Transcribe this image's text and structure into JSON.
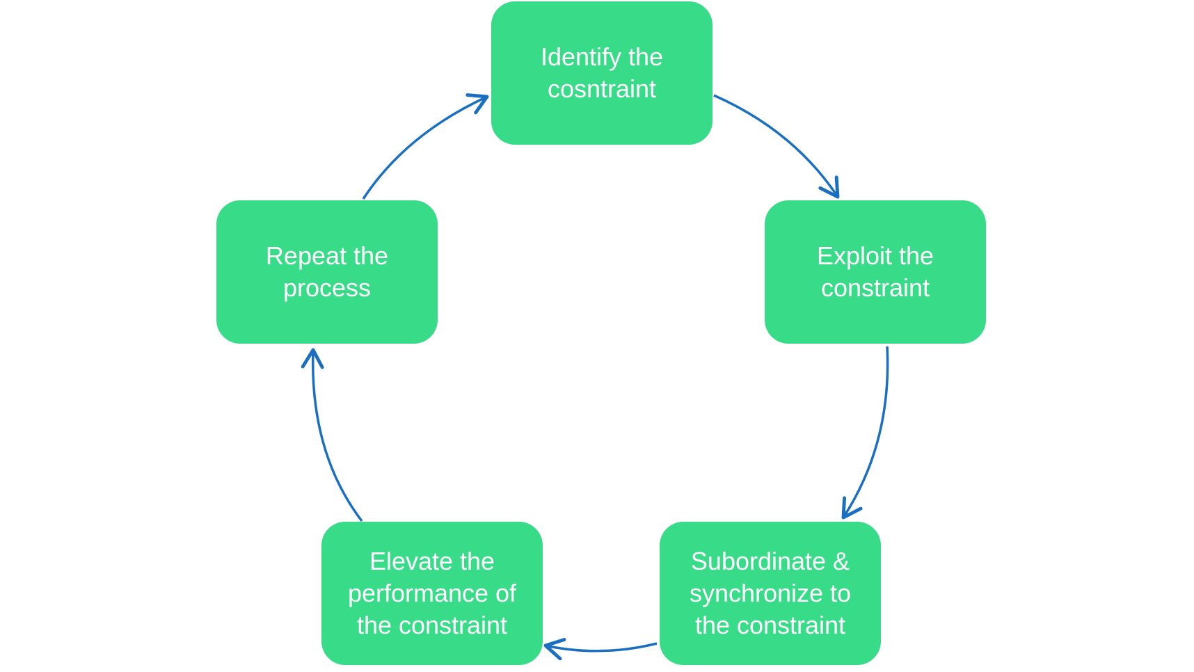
{
  "diagram": {
    "type": "cycle",
    "colors": {
      "box_fill": "#38db87",
      "box_text": "#ffffff",
      "arrow": "#1b6fc0"
    },
    "steps": [
      {
        "label": "Identify the\ncosntraint"
      },
      {
        "label": "Exploit the\nconstraint"
      },
      {
        "label": "Subordinate &\nsynchronize to\nthe constraint"
      },
      {
        "label": "Elevate the\nperformance of\nthe constraint"
      },
      {
        "label": "Repeat the\nprocess"
      }
    ]
  }
}
